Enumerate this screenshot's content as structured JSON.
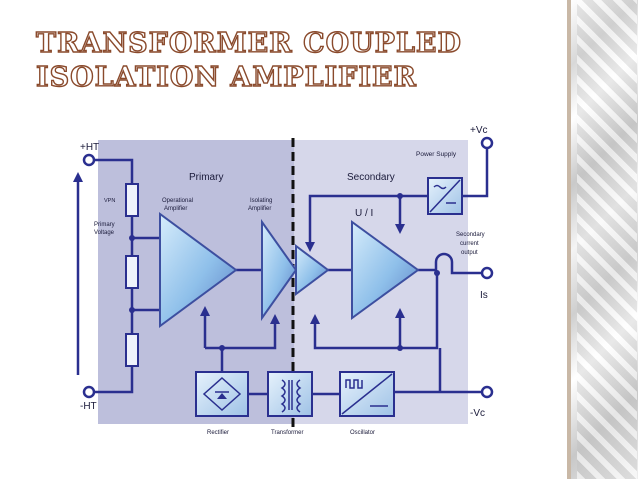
{
  "slide": {
    "title_line1": "TRANSFORMER COUPLED",
    "title_line2": "ISOLATION AMPLIFIER"
  },
  "diagram": {
    "terminals": {
      "plus_ht": "+HT",
      "minus_ht": "-HT",
      "plus_vc": "+Vc",
      "minus_vc": "-Vc",
      "is": "Is"
    },
    "labels": {
      "primary": "Primary",
      "secondary": "Secondary",
      "power_supply": "Power Supply",
      "vpn": "VPN",
      "primary_voltage_1": "Primary",
      "primary_voltage_2": "Voltage",
      "op_amp_1": "Operational",
      "op_amp_2": "Amplifier",
      "iso_amp_1": "Isolating",
      "iso_amp_2": "Amplifier",
      "u_i": "U / I",
      "sec_current_1": "Secondary",
      "sec_current_2": "current",
      "sec_current_3": "output",
      "rectifier": "Rectifier",
      "transformer": "Transformer",
      "oscillator": "Oscillator"
    },
    "colors": {
      "primary_bg": "#bdbfdc",
      "secondary_bg": "#d6d7ea",
      "wire": "#2a2f8f",
      "amp_fill": "#9cc8ec",
      "title_stroke": "#8a4a2c"
    }
  }
}
